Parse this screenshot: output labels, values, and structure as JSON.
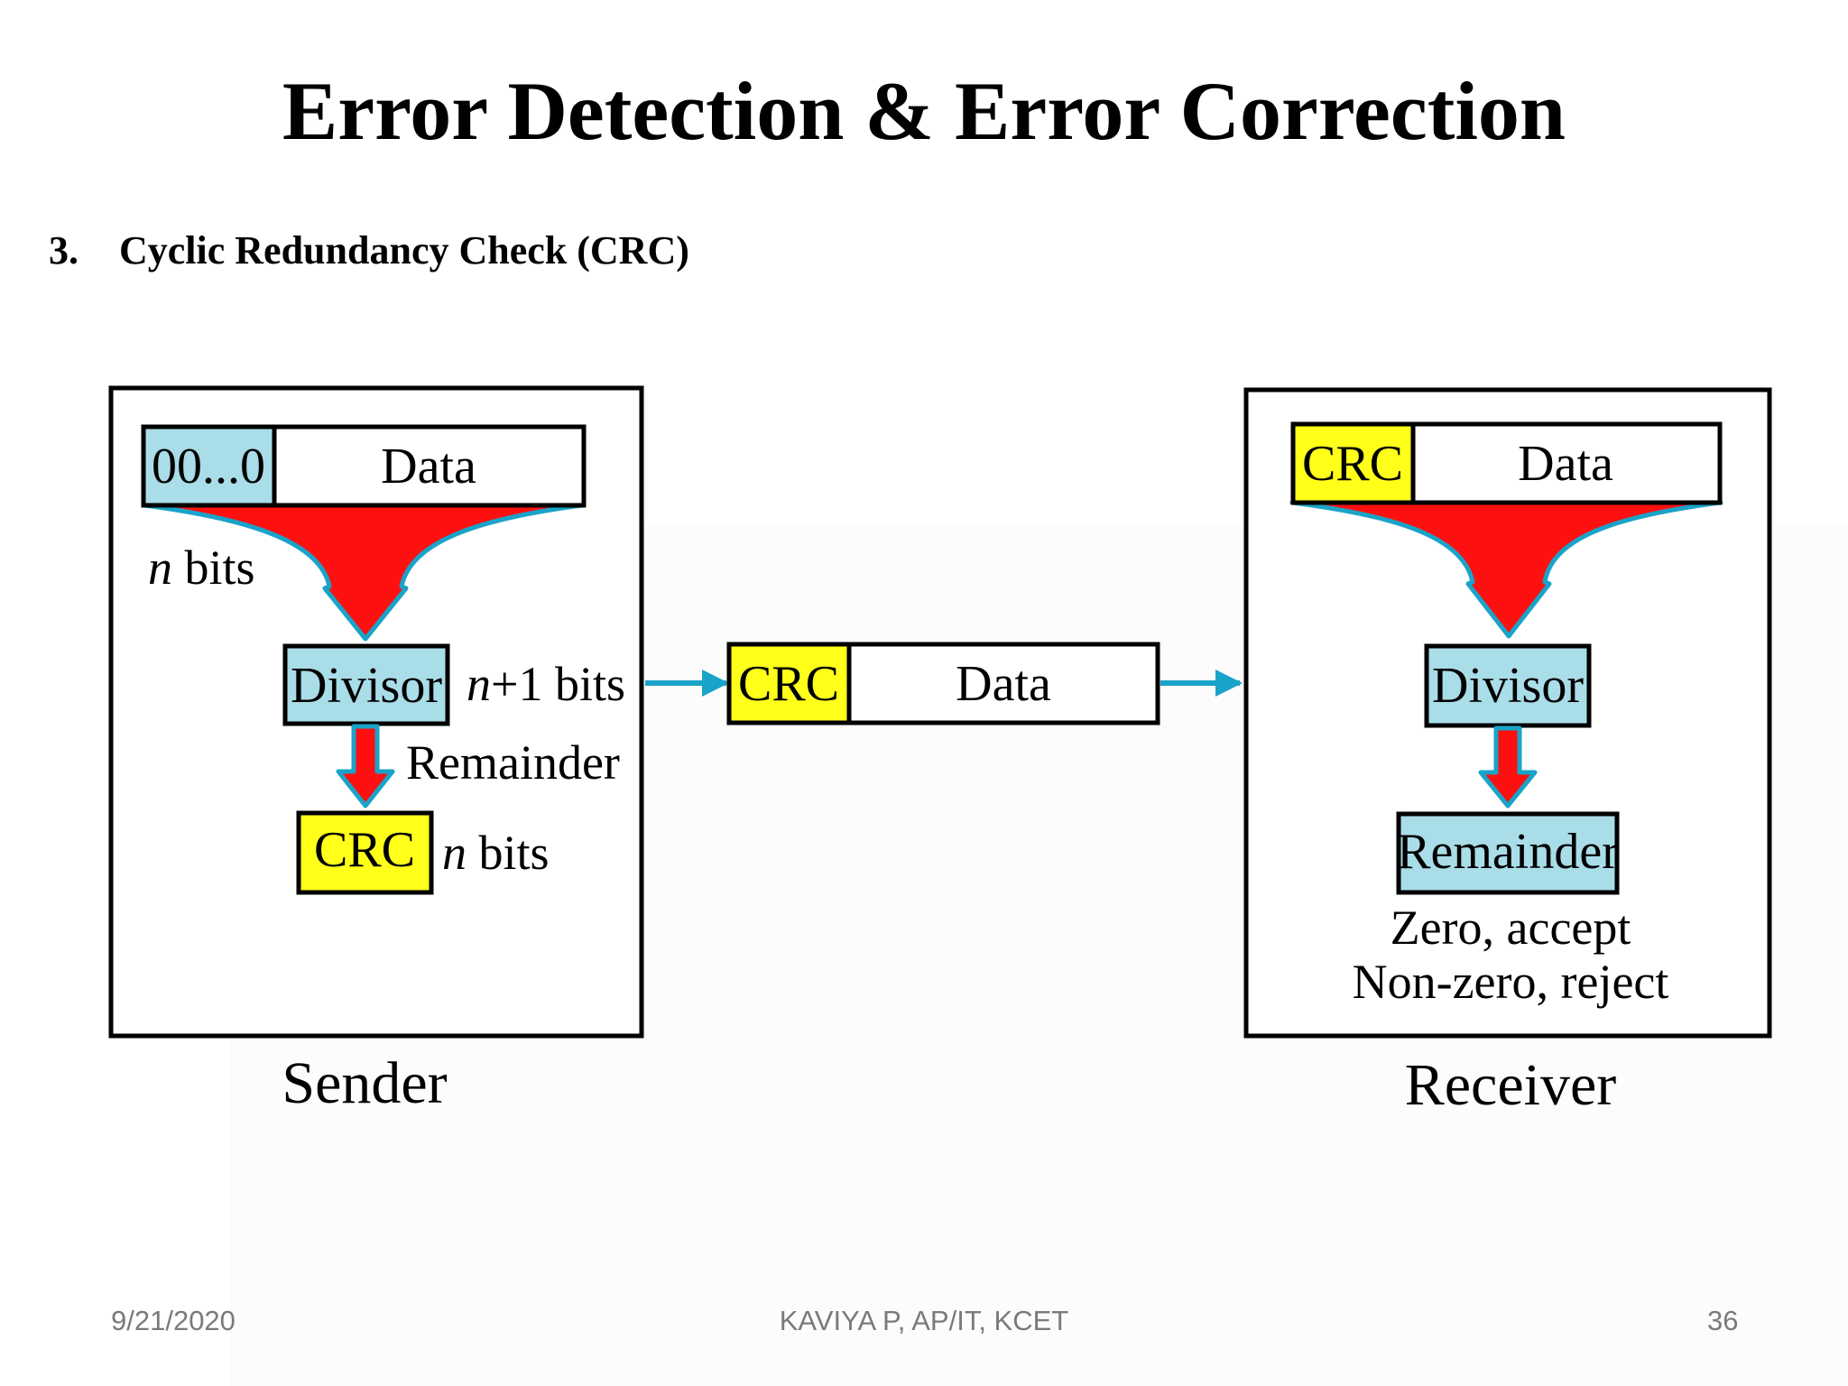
{
  "slide": {
    "title": "Error Detection & Error Correction",
    "subtitle_number": "3.",
    "subtitle_text": "Cyclic Redundancy Check (CRC)"
  },
  "diagram": {
    "sender": {
      "caption": "Sender",
      "zeros_label": "00...0",
      "data_label": "Data",
      "n_bits_var": "n",
      "n_bits_text": " bits",
      "divisor_label": "Divisor",
      "n1_var": "n",
      "n1_text": "+1 bits",
      "remainder_label": "Remainder",
      "crc_label": "CRC",
      "crc_bits_var": "n",
      "crc_bits_text": " bits"
    },
    "channel": {
      "crc_label": "CRC",
      "data_label": "Data"
    },
    "receiver": {
      "caption": "Receiver",
      "crc_label": "CRC",
      "data_label": "Data",
      "divisor_label": "Divisor",
      "remainder_label": "Remainder",
      "result_zero": "Zero, accept",
      "result_nonzero": "Non-zero, reject"
    },
    "colors": {
      "cyan_box": "#a9dde8",
      "yellow_box": "#ffff1a",
      "red_arrow": "#ff1010",
      "cyan_arrow": "#1aa3c8"
    }
  },
  "footer": {
    "date": "9/21/2020",
    "author": "KAVIYA P, AP/IT, KCET",
    "page": "36"
  }
}
